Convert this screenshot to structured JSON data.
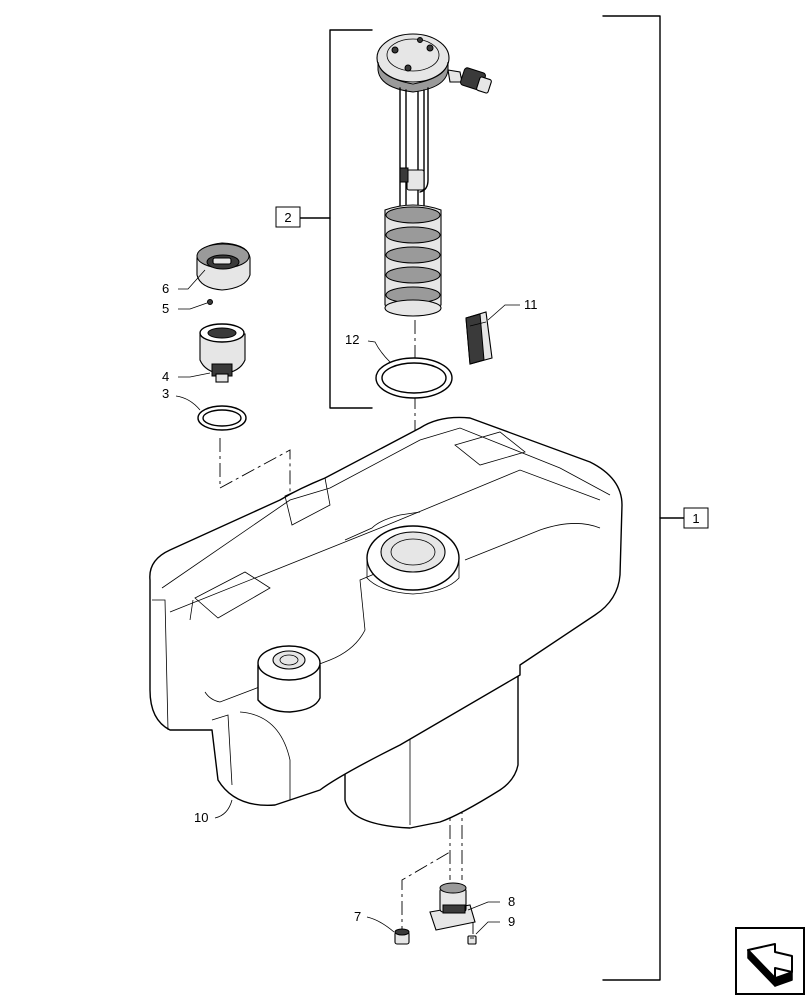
{
  "callouts": {
    "c1": "1",
    "c2": "2",
    "c3": "3",
    "c4": "4",
    "c5": "5",
    "c6": "6",
    "c7": "7",
    "c8": "8",
    "c9": "9",
    "c10": "10",
    "c11": "11",
    "c12": "12"
  },
  "icons": {
    "nav": "arrow-icon"
  }
}
